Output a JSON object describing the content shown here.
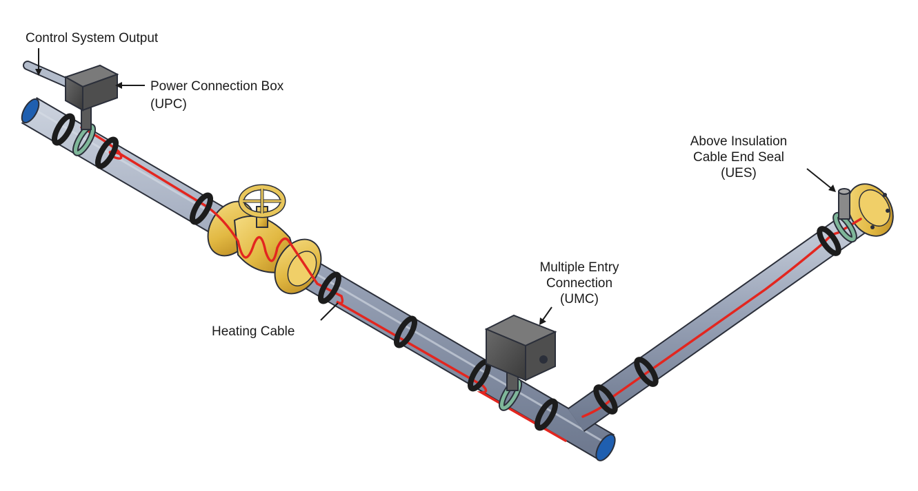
{
  "diagram": {
    "labels": {
      "control_output": "Control System Output",
      "power_box": "Power Connection Box",
      "power_box_code": "(UPC)",
      "end_seal_1": "Above Insulation",
      "end_seal_2": "Cable End Seal",
      "end_seal_code": "(UES)",
      "multi_entry_1": "Multiple Entry",
      "multi_entry_2": "Connection",
      "multi_entry_code": "(UMC)",
      "heating_cable": "Heating Cable"
    },
    "colors": {
      "pipe": "#9aa4b8",
      "pipe_edge": "#2b2f3a",
      "pipe_end": "#1f5fb0",
      "heating_cable": "#e3261f",
      "band": "#1c1c1c",
      "clamp": "#7fb79a",
      "brass": "#e2b943",
      "box": "#4e4e4e"
    },
    "icons": [
      "power-connection-box",
      "multiple-entry-connection-box",
      "end-seal-fitting",
      "gate-valve",
      "pipe-flange"
    ]
  }
}
